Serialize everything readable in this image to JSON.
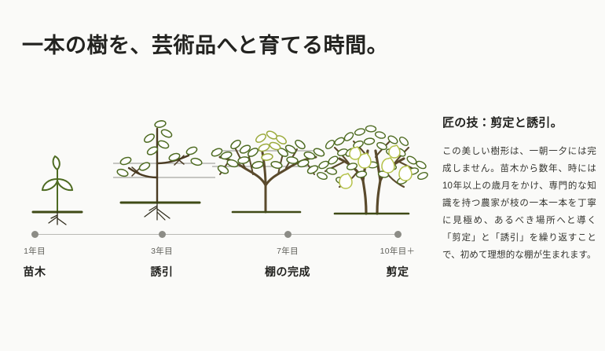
{
  "title": "一本の樹を、芸術品へと育てる時間。",
  "theme": {
    "background": "#fafaf8",
    "ink": "#232320",
    "timeline_line": "#b9b9b4",
    "timeline_dot": "#8c8c86",
    "branch": "#4a3b22",
    "trunk": "#5a4a2c",
    "leaf_dark": "#4e6b22",
    "leaf_light": "#9cab3e",
    "fruit": "#b5c24a",
    "ground": "#3f4a16",
    "wire": "#b5b5b0"
  },
  "stages": [
    {
      "id": "seedling",
      "year": "1年目",
      "label": "苗木",
      "illustration": "seedling-sprout-with-roots"
    },
    {
      "id": "training",
      "year": "3年目",
      "label": "誘引",
      "illustration": "young-tree-tied-to-trellis-wires"
    },
    {
      "id": "canopy-complete",
      "year": "7年目",
      "label": "棚の完成",
      "illustration": "spread-branches-on-trellis"
    },
    {
      "id": "pruning",
      "year": "10年目＋",
      "label": "剪定",
      "illustration": "mature-fruiting-tree"
    }
  ],
  "panel": {
    "heading": "匠の技：剪定と誘引。",
    "body": "この美しい樹形は、一朝一夕には完成しません。苗木から数年、時には10年以上の歳月をかけ、専門的な知識を持つ農家が枝の一本一本を丁寧に見極め、あるべき場所へと導く「剪定」と「誘引」を繰り返すことで、初めて理想的な棚が生まれます。"
  }
}
